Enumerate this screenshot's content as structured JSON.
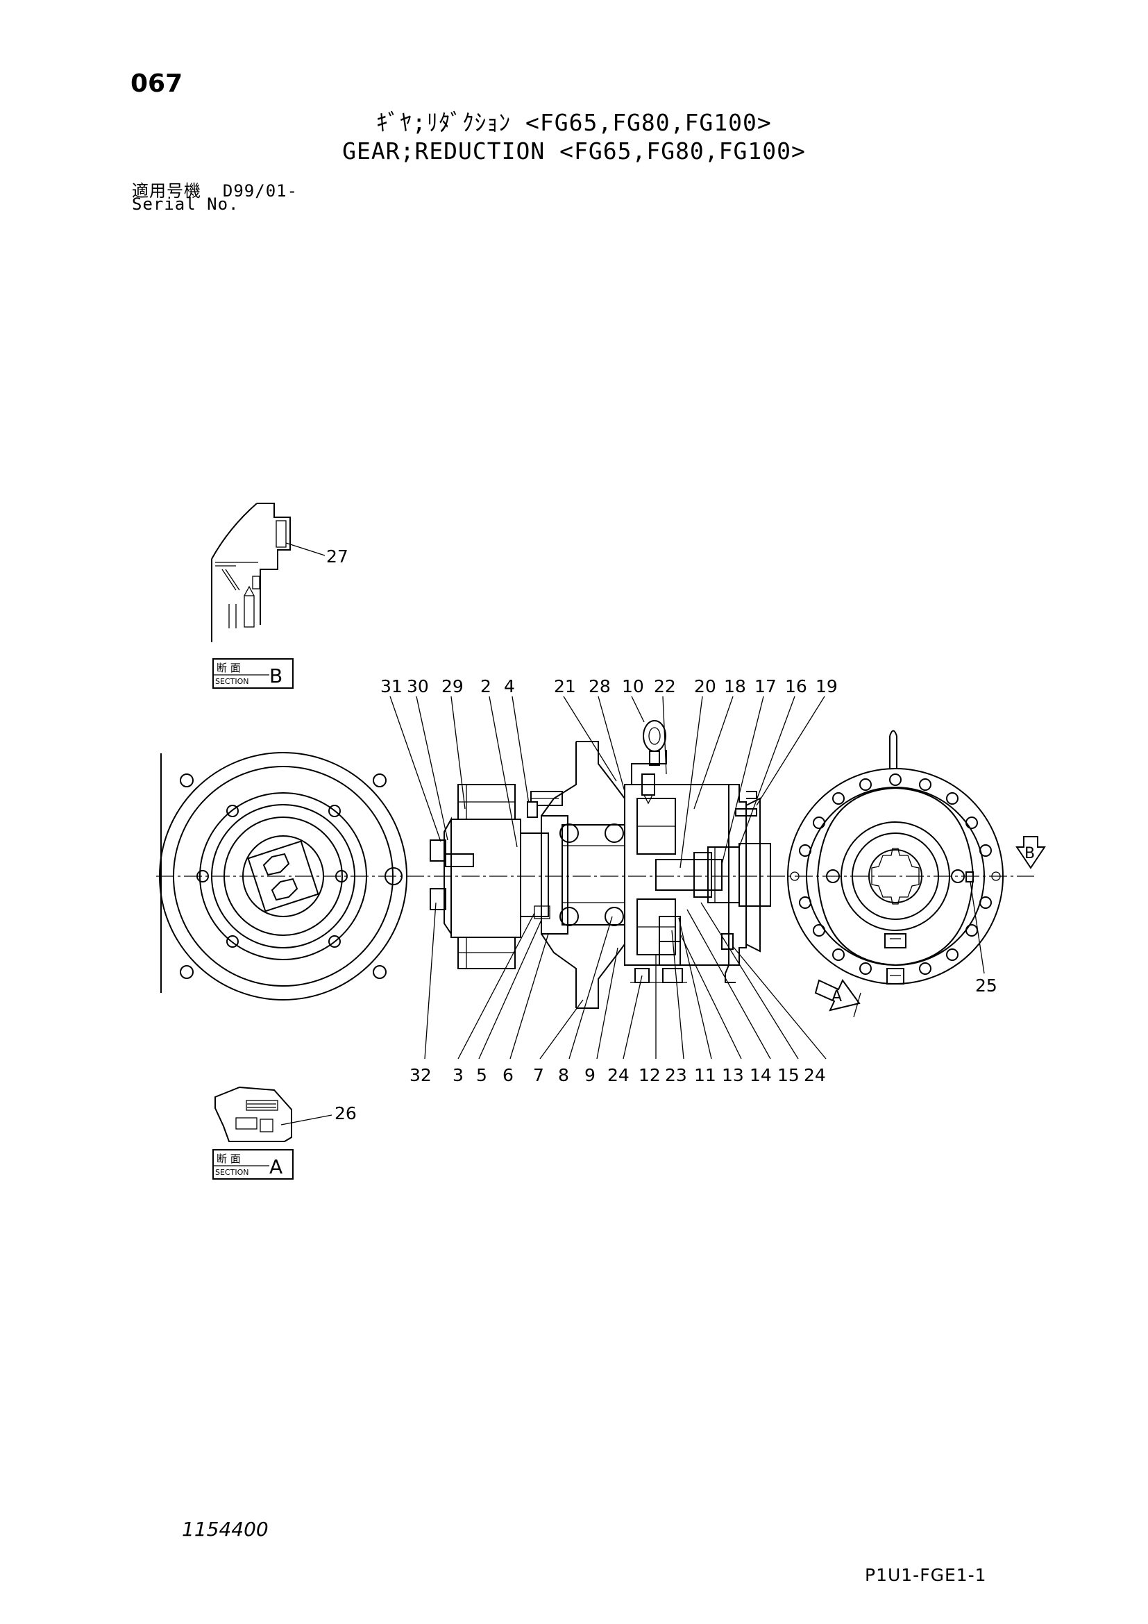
{
  "page": {
    "number": "067",
    "title_jp": "ｷﾞﾔ;ﾘﾀﾞｸｼｮﾝ <FG65,FG80,FG100>",
    "title_en": "GEAR;REDUCTION <FG65,FG80,FG100>",
    "serial_label_jp": "適用号機",
    "serial_value": "D99/01-",
    "serial_label_en": "Serial No.",
    "drawing_number": "1154400",
    "page_code": "P1U1-FGE1-1"
  },
  "sections": {
    "b": {
      "jp": "断 面",
      "en": "SECTION",
      "letter": "B",
      "callout": "27"
    },
    "a": {
      "jp": "断 面",
      "en": "SECTION",
      "letter": "A",
      "callout": "26"
    }
  },
  "view_arrows": {
    "a": "A",
    "b": "B"
  },
  "callouts": {
    "top": [
      "31",
      "30",
      "29",
      "2",
      "4",
      "21",
      "28",
      "10",
      "22",
      "20",
      "18",
      "17",
      "16",
      "19"
    ],
    "bottom": [
      "32",
      "3",
      "5",
      "6",
      "7",
      "8",
      "9",
      "24",
      "12",
      "23",
      "11",
      "13",
      "14",
      "15",
      "24"
    ],
    "side": "25"
  }
}
